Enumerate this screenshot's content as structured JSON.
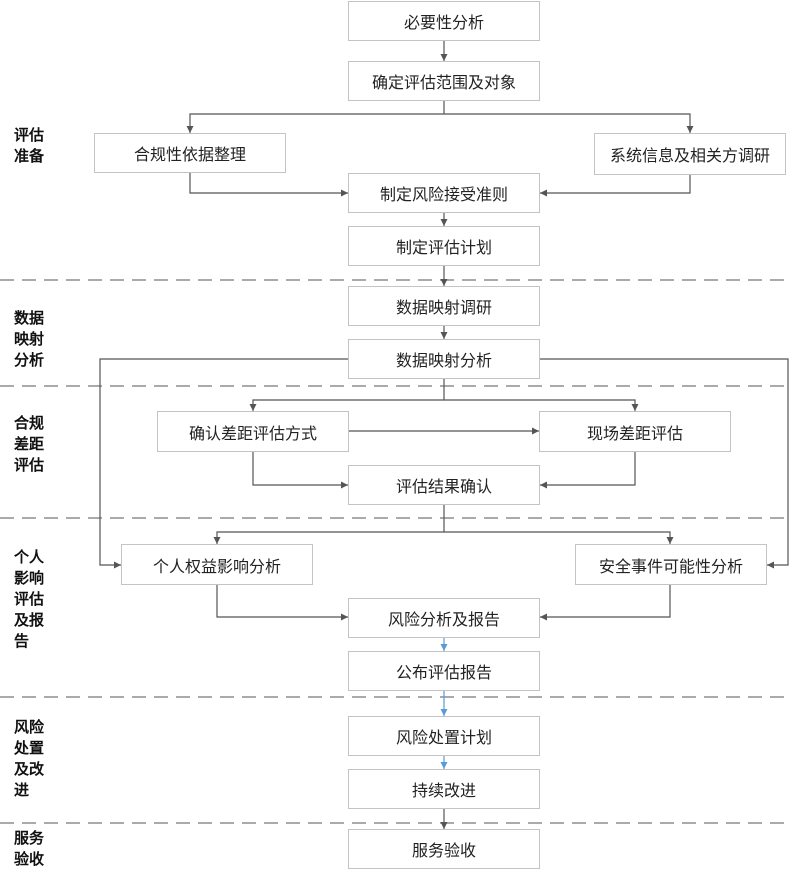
{
  "phases": [
    {
      "id": "prep",
      "label": "评估准备"
    },
    {
      "id": "mapping",
      "label": "数据映射分析"
    },
    {
      "id": "compliance",
      "label": "合规差距评估"
    },
    {
      "id": "impact",
      "label": "个人影响评估及报告"
    },
    {
      "id": "risk",
      "label": "风险处置及改进"
    },
    {
      "id": "service",
      "label": "服务验收"
    }
  ],
  "steps": {
    "necessity": "必要性分析",
    "scope": "确定评估范围及对象",
    "compliance_basis": "合规性依据整理",
    "system_survey": "系统信息及相关方调研",
    "risk_criteria": "制定风险接受准则",
    "plan": "制定评估计划",
    "data_mapping_survey": "数据映射调研",
    "data_mapping_analysis": "数据映射分析",
    "gap_method": "确认差距评估方式",
    "onsite_gap": "现场差距评估",
    "result_confirm": "评估结果确认",
    "rights_impact": "个人权益影响分析",
    "security_event": "安全事件可能性分析",
    "risk_report": "风险分析及报告",
    "publish_report": "公布评估报告",
    "risk_plan": "风险处置计划",
    "improve": "持续改进",
    "acceptance": "服务验收"
  },
  "colors": {
    "box_border": "#c4c4c4",
    "arrow": "#555555",
    "arrow_blue": "#5b9bd5",
    "divider": "#aaaaaa"
  }
}
